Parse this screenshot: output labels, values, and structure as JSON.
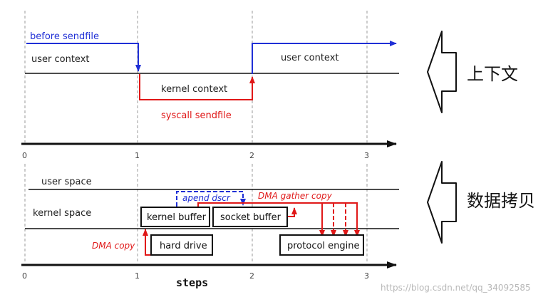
{
  "colors": {
    "blue": "#1f2fd6",
    "red": "#e01818",
    "black": "#111111",
    "grid": "#9a9a9a"
  },
  "top": {
    "before_sendfile": "before sendfile",
    "user_context_left": "user context",
    "user_context_right": "user context",
    "kernel_context": "kernel context",
    "syscall_sendfile": "syscall sendfile",
    "ticks": [
      "0",
      "1",
      "2",
      "3"
    ]
  },
  "bottom": {
    "user_space": "user space",
    "kernel_space": "kernel space",
    "dma_copy": "DMA copy",
    "append_dscr": "apend dscr",
    "dma_gather_copy": "DMA gather copy",
    "kernel_buffer": "kernel buffer",
    "socket_buffer": "socket buffer",
    "hard_drive": "hard drive",
    "protocol_engine": "protocol engine",
    "ticks": [
      "0",
      "1",
      "2",
      "3"
    ],
    "steps": "steps"
  },
  "side": {
    "context_label": "上下文",
    "copy_label": "数据拷贝"
  },
  "watermark": "https://blog.csdn.net/qq_34092585"
}
